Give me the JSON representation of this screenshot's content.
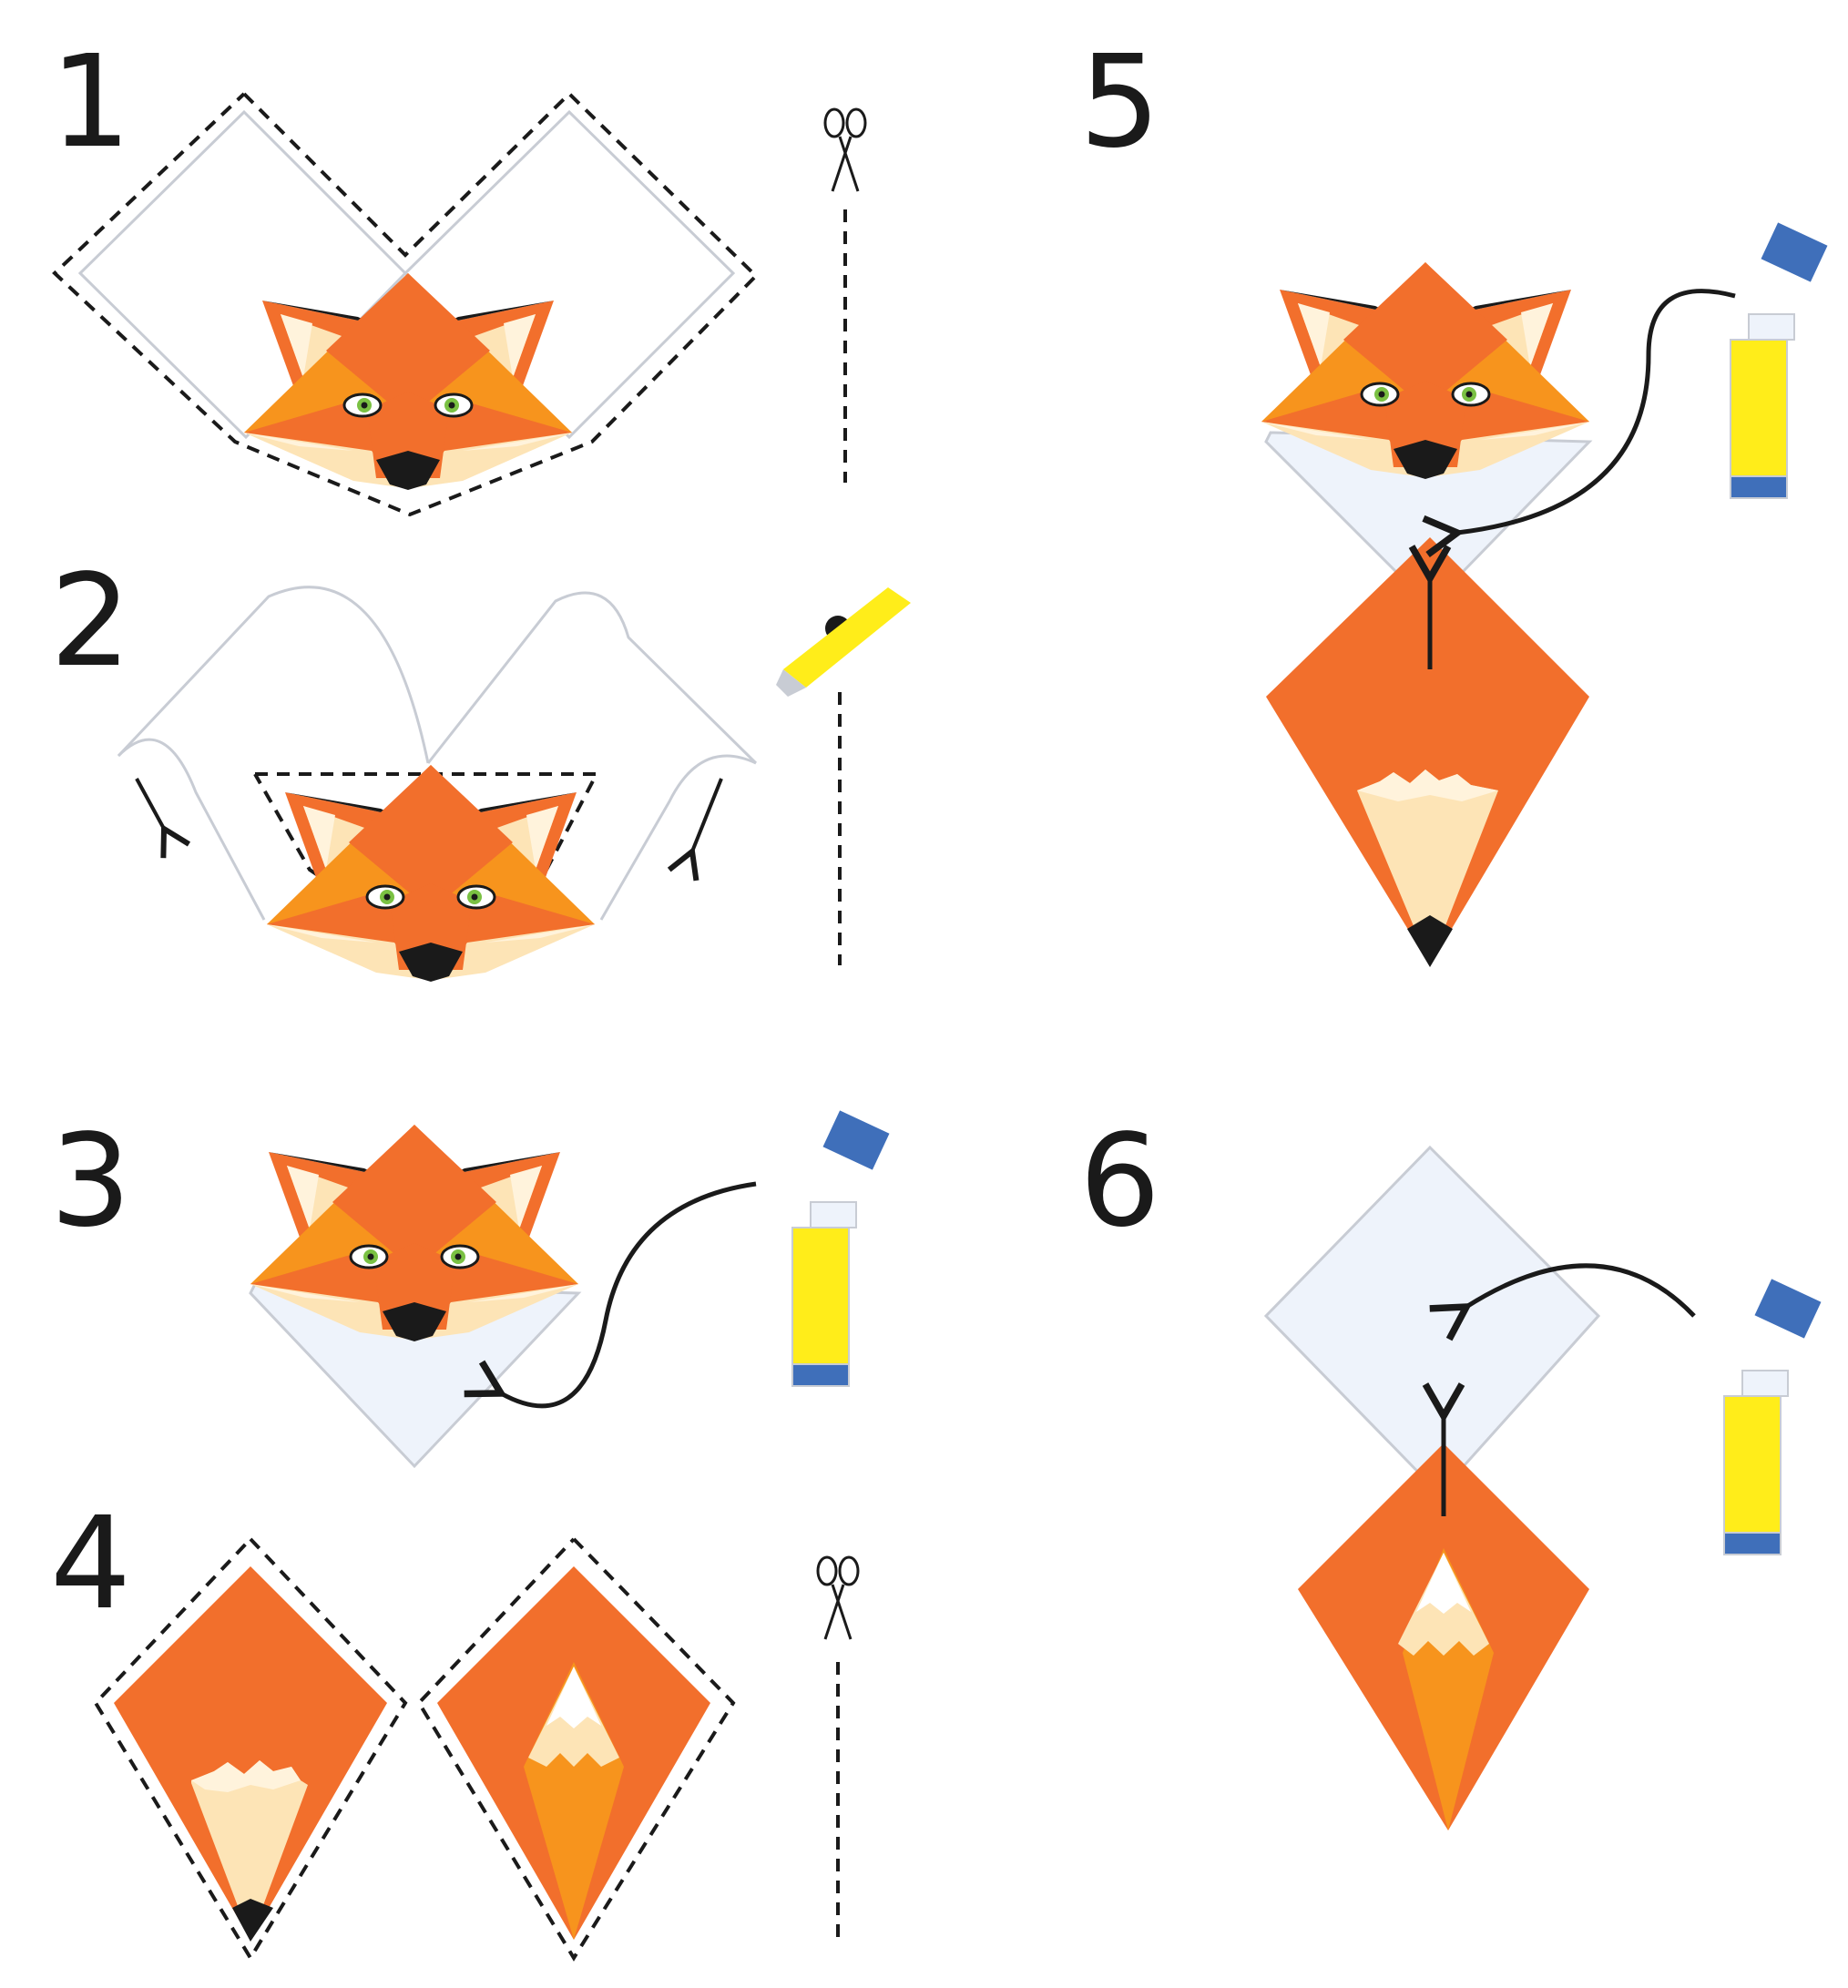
{
  "steps": [
    {
      "number": "1",
      "tools": [
        "scissors-icon"
      ]
    },
    {
      "number": "2",
      "tools": [
        "craft-knife-icon"
      ]
    },
    {
      "number": "3",
      "tools": [
        "glue-stick-icon"
      ]
    },
    {
      "number": "4",
      "tools": [
        "scissors-icon"
      ]
    },
    {
      "number": "5",
      "tools": [
        "glue-stick-icon"
      ]
    },
    {
      "number": "6",
      "tools": [
        "glue-stick-icon"
      ]
    }
  ],
  "colors": {
    "fox_orange": "#f26f2c",
    "fox_light_orange": "#f7941d",
    "cream": "#fde4b6",
    "pale_cream": "#fff3dc",
    "black": "#1a1a1a",
    "eye_green": "#7ac143",
    "paper_back": "#eef3fb",
    "glue_yellow": "#ffed1a",
    "glue_blue": "#3f6fba"
  }
}
